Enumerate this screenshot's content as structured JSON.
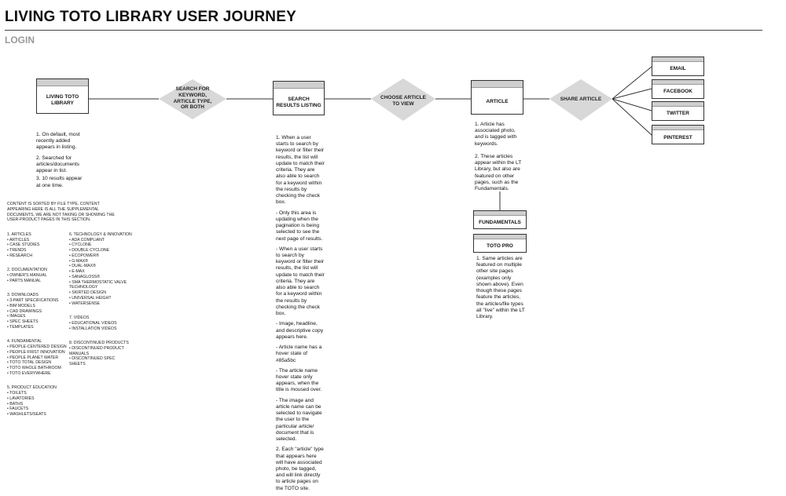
{
  "header": {
    "title": "LIVING TOTO LIBRARY USER JOURNEY",
    "subtitle": "LOGIN"
  },
  "nodes": {
    "library": "LIVING TOTO LIBRARY",
    "search_decision": "SEARCH FOR KEYWORD, ARTICLE TYPE, OR BOTH",
    "results": "SEARCH RESULTS LISTING",
    "choose_decision": "CHOOSE ARTICLE TO VIEW",
    "article": "ARTICLE",
    "share_decision": "SHARE ARTICLE",
    "email": "EMAIL",
    "facebook": "FACEBOOK",
    "twitter": "TWITTER",
    "pinterest": "PINTEREST",
    "fundamentals": "FUNDAMENTALS",
    "toto_pro": "TOTO PRO"
  },
  "notes": {
    "library": [
      "1. On default, most recently added appears in listing.",
      "2. Searched for articles/documents appear in list.",
      "3. 10 results appear at one time."
    ],
    "results": [
      "1. When a user starts to search by keyword or filter their results, the list will update to match their criteria. They are also able to search for a keyword within the results by checking the check box.",
      "- Only this area is updating when the pagination is being selected to see the next page of results.",
      "- When a user starts to search by keyword or filter their results, the list will update to match their criteria. They are also able to search for a keyword within the results by checking the check box.",
      "- Image, headline, and descriptive copy appears here.",
      "- Article name has a hover state of #85a5bc",
      "- The article name hover state only appears, when the title is moused over.",
      "- The image and article name can be selected to navigate the user to the particular article/ document that is selected.",
      "2. Each \"article\" type that appears here will have associated photo, be tagged, and will link directly to article pages on the TOTO site."
    ],
    "article": [
      "1. Article has associated photo, and is tagged with keywords.",
      "2. These articles appear within the LT Library, but also are featured on other pages, such as the Fundamentals."
    ],
    "toto_pro": [
      "1. Same articles are featured on multiple other site pages (examples only shown above). Even though these pages feature the articles, the articles/file types all \"live\" within the LT Library."
    ]
  },
  "content_types": {
    "intro": "CONTENT IS SORTED BY FILE TYPE. CONTENT APPEARING HERE IS ALL THE SUPPLEMENTAL DOCUMENTS, WE ARE NOT TAKING OR SHOWING THE USER-PRODUCT PAGES IN THIS SECTION.",
    "col1": [
      "1. ARTICLES\n• ARTICLES\n• CASE STUDIES\n• TRENDS\n• RESEARCH",
      "2. DOCUMENTATION\n• OWNER'S MANUAL\n• PARTS MANUAL",
      "3. DOWNLOADS\n• 3-PART SPECIFICATIONS\n• BIM MODELS\n• CAD DRAWINGS\n• IMAGES\n• SPEC SHEETS\n• TEMPLATES",
      "4. FUNDAMENTAL\n• PEOPLE-CENTERED DESIGN\n• PEOPLE-FIRST INNOVATION\n• PEOPLE PLANET WATER\n• TOTO TOTAL DESIGN\n• TOTO WHOLE BATHROOM\n• TOTO EVERYWHERE",
      "5. PRODUCT EDUCATION\n• TOILETS\n• LAVATORIES\n• BATHS\n• FAUCETS\n• WASHLETS/SEATS"
    ],
    "col2": [
      "6. TECHNOLOGY & INNOVATION\n• ADA COMPLIANT\n• CYCLONE\n• DOUBLE CYCLONE\n• ECOPOWER®\n• G-MAX®\n• DUAL-MAX®\n• E-MAX\n• SANAGLOSS®\n• SMA THERMOSTATIC VALVE TECHNOLOGY\n• SKIRTED DESIGN\n• UNIVERSAL HEIGHT\n• WATERSENSE",
      "7. VIDEOS\n• EDUCATIONAL VIDEOS\n• INSTALLATION VIDEOS",
      "8. DISCONTINUED PRODUCTS\n• DISCONTINUED PRODUCT MANUALS\n• DISCONTINUED SPEC SHEETS"
    ]
  }
}
